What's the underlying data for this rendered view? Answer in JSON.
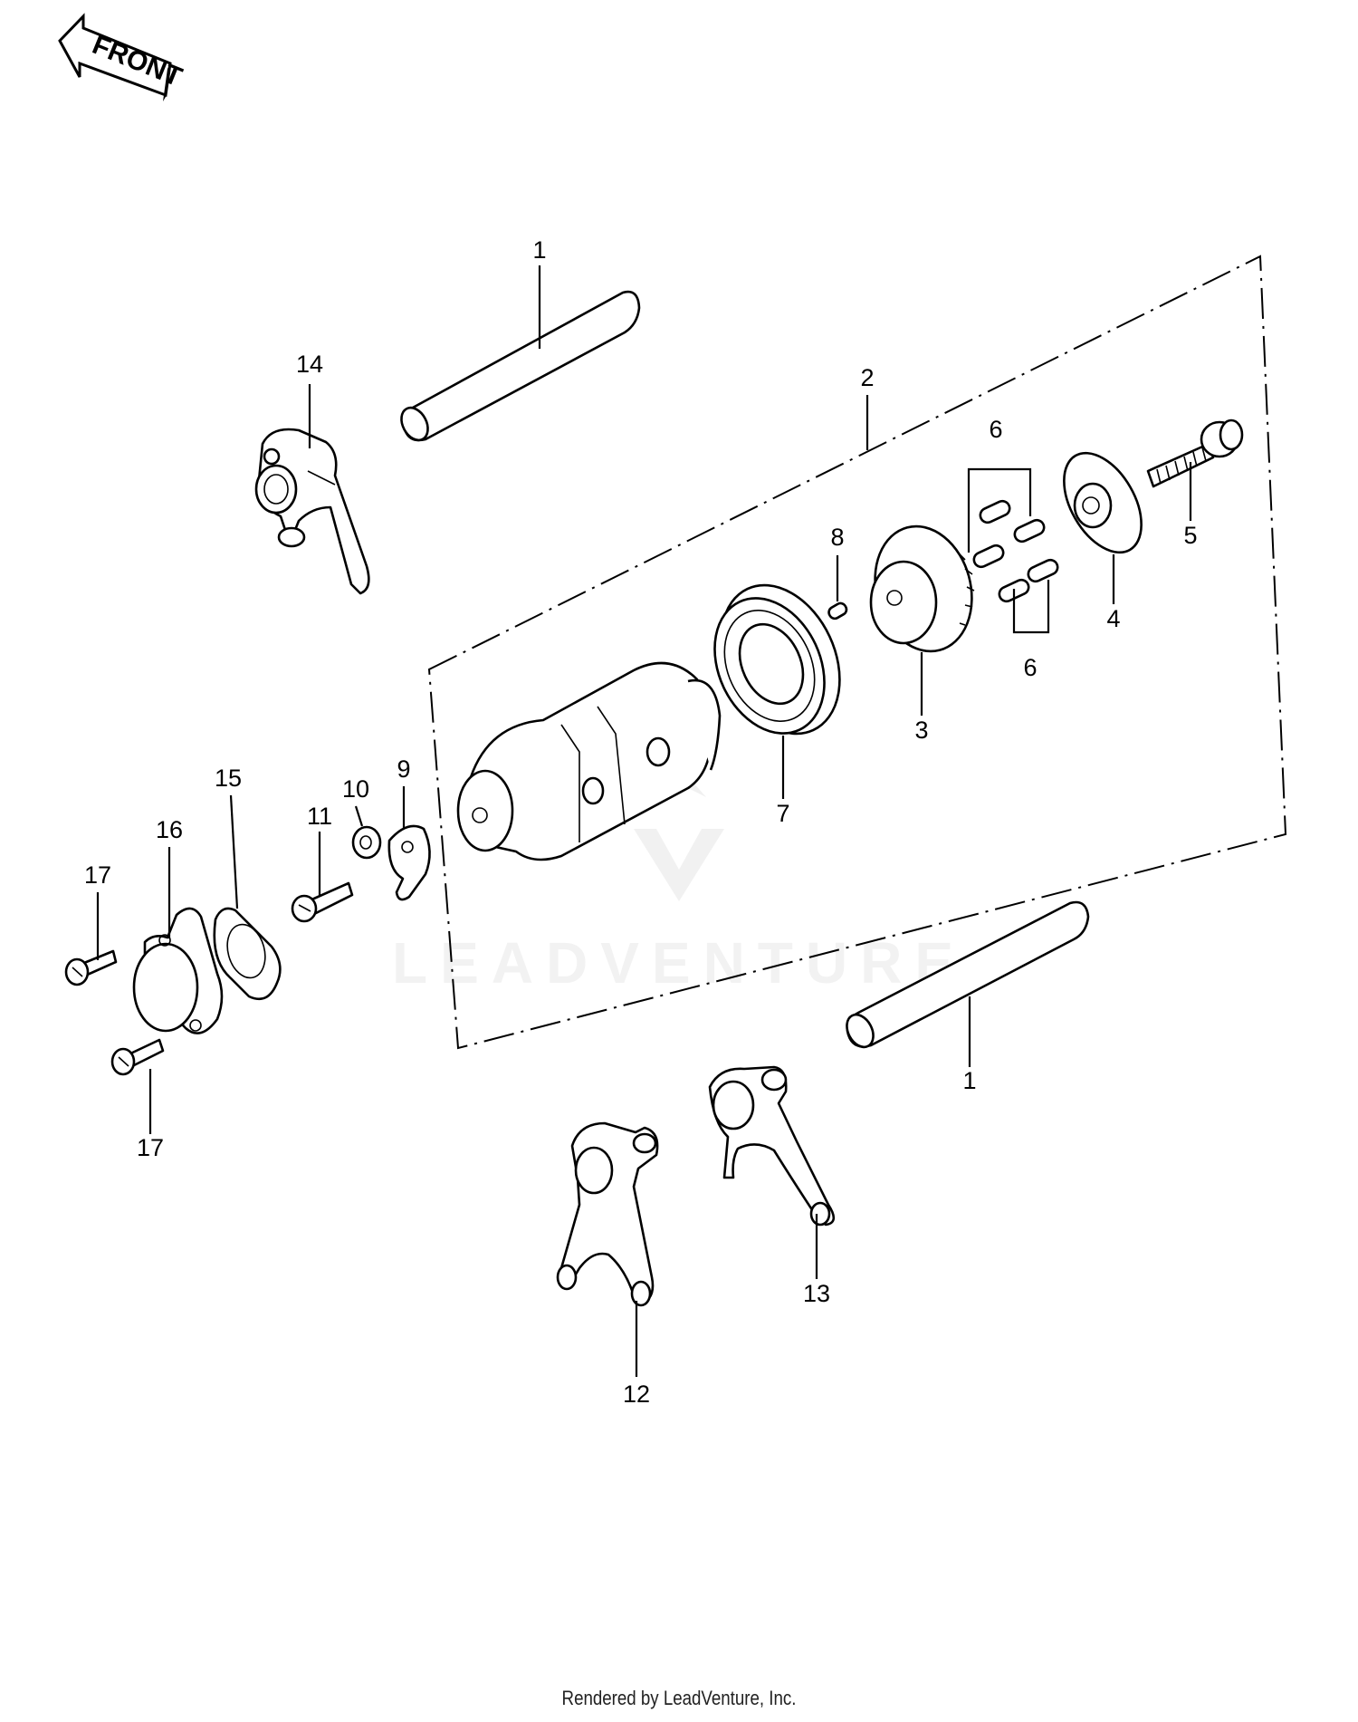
{
  "direction_marker": {
    "label": "FRONT"
  },
  "watermark": {
    "text": "LEADVENTURE"
  },
  "footer": {
    "text": "Rendered by LeadVenture, Inc."
  },
  "callouts": {
    "c1a": "1",
    "c1b": "1",
    "c2": "2",
    "c3": "3",
    "c4": "4",
    "c5": "5",
    "c6a": "6",
    "c6b": "6",
    "c7": "7",
    "c8": "8",
    "c9": "9",
    "c10": "10",
    "c11": "11",
    "c12": "12",
    "c13": "13",
    "c14": "14",
    "c15": "15",
    "c16": "16",
    "c17a": "17",
    "c17b": "17"
  }
}
